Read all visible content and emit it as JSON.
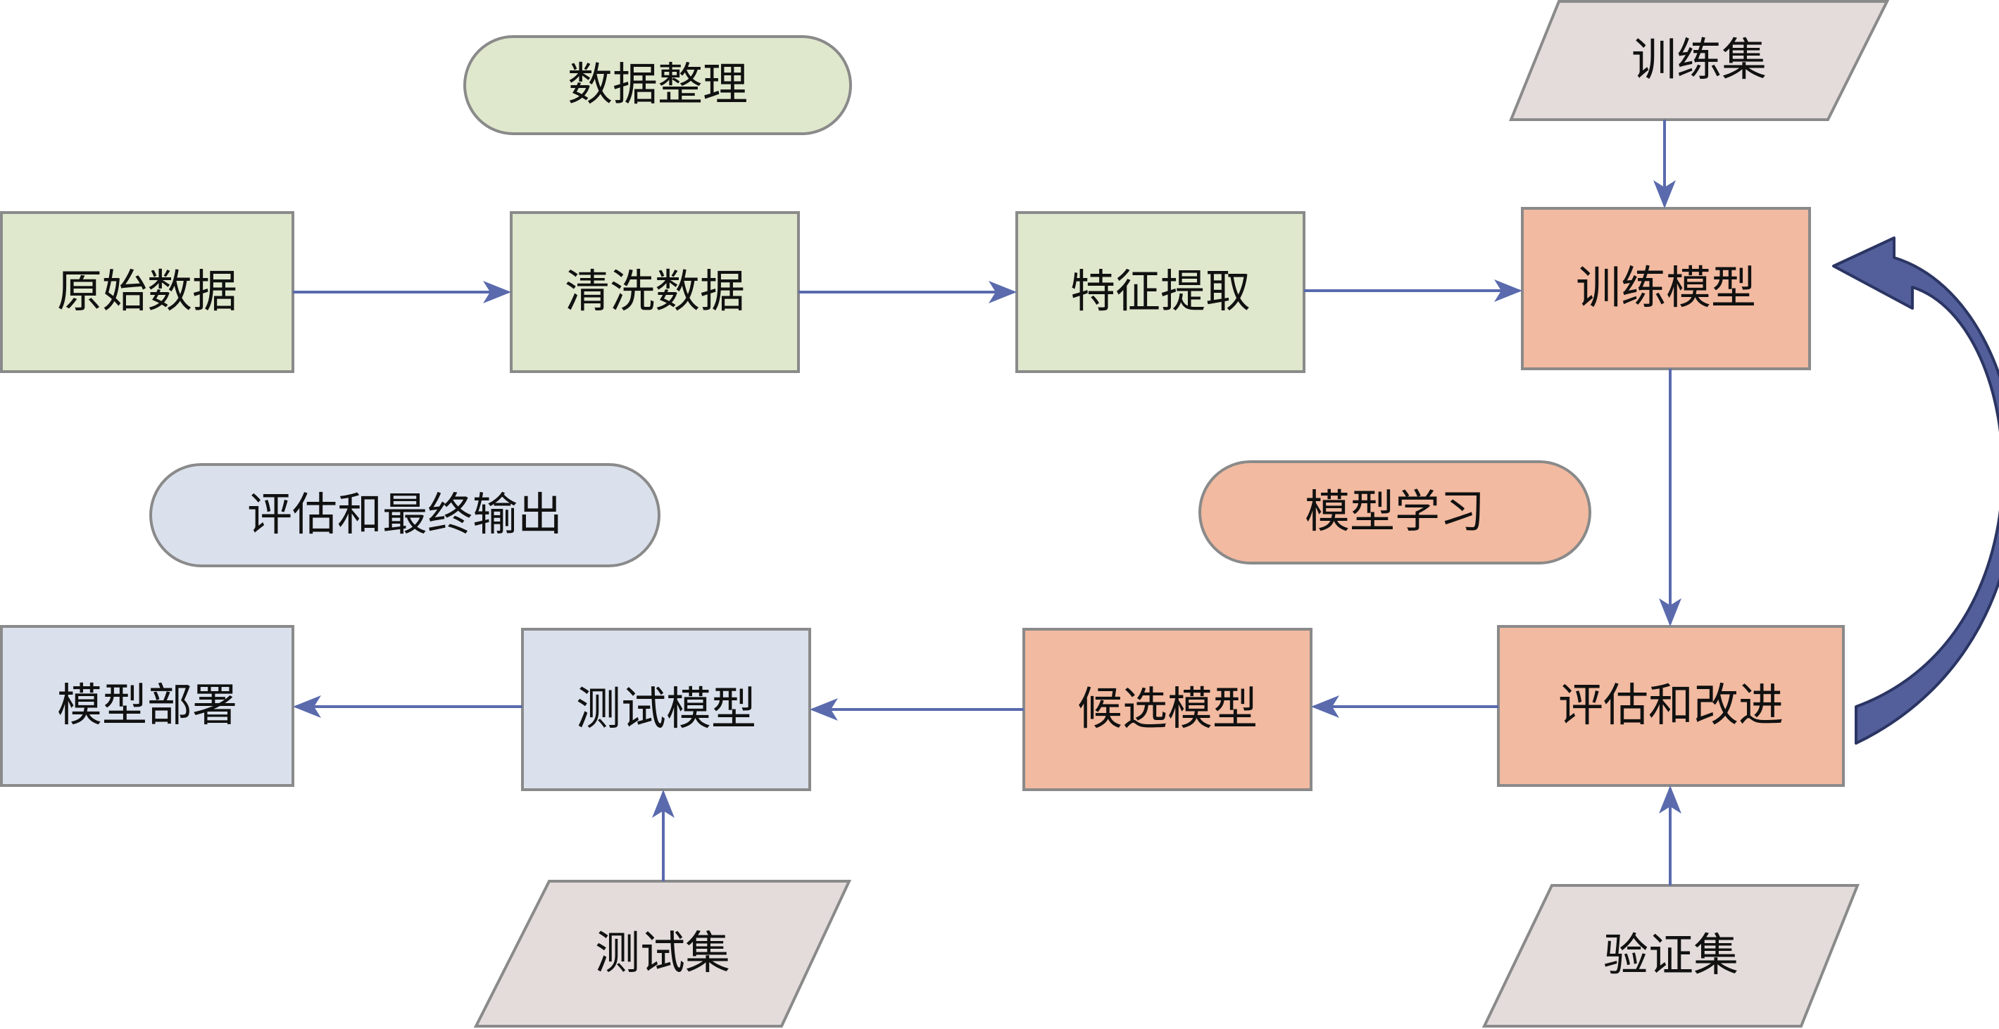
{
  "colors": {
    "green_fill": "#dfe8cd",
    "orange_fill": "#f2baa0",
    "blue_fill": "#dae1ec",
    "gray_fill": "#e3dcdb",
    "stroke": "#8a8a8a",
    "arrow": "#5a6aad",
    "loop_arrow": "#525f9a",
    "loop_arrow_edge": "#2b3563"
  },
  "stages": {
    "data_prep": "数据整理",
    "model_learning": "模型学习",
    "eval_output": "评估和最终输出"
  },
  "nodes": {
    "raw_data": "原始数据",
    "clean_data": "清洗数据",
    "feature_extraction": "特征提取",
    "train_model": "训练模型",
    "evaluate_improve": "评估和改进",
    "candidate_model": "候选模型",
    "test_model": "测试模型",
    "model_deploy": "模型部署"
  },
  "datasets": {
    "train_set": "训练集",
    "validation_set": "验证集",
    "test_set": "测试集"
  }
}
